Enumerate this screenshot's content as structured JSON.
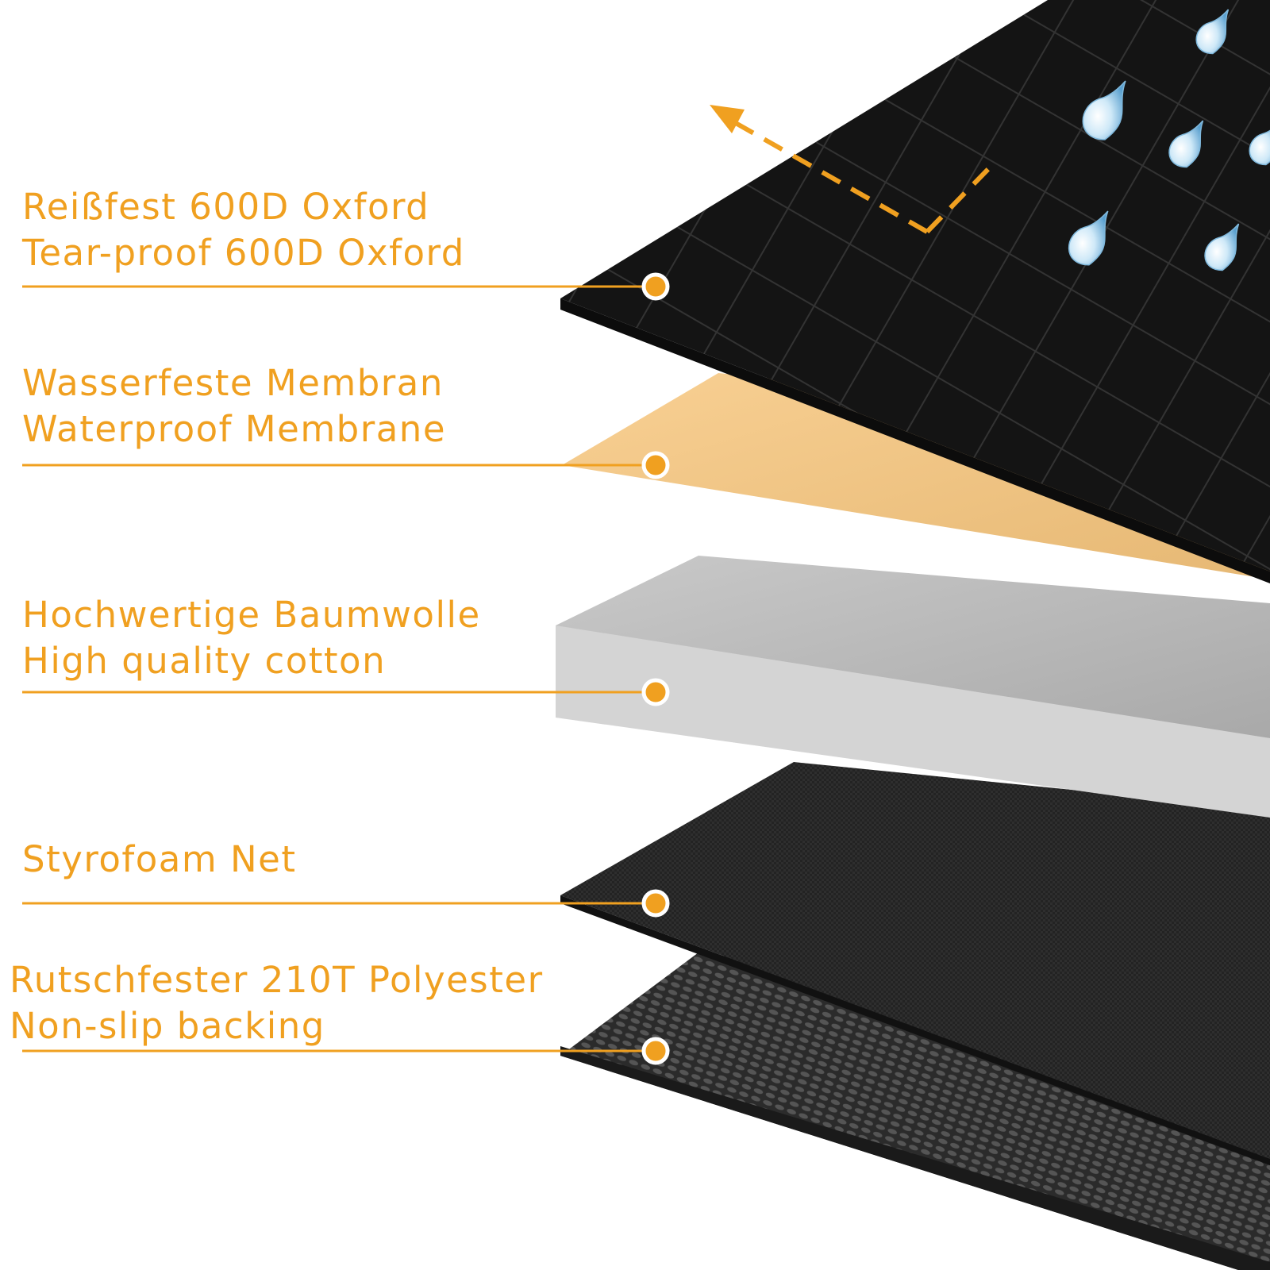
{
  "accent_color": "#f0a020",
  "layers": [
    {
      "id": "oxford",
      "line_de": "Reißfest 600D Oxford",
      "line_en": "Tear-proof 600D Oxford",
      "color": "#151515"
    },
    {
      "id": "membrane",
      "line_de": "Wasserfeste Membran",
      "line_en": "Waterproof Membrane",
      "color": "#f6c078"
    },
    {
      "id": "cotton",
      "line_de": "Hochwertige Baumwolle",
      "line_en": "High quality cotton",
      "color": "#bdbdbd"
    },
    {
      "id": "net",
      "line_de": "Styrofoam Net",
      "line_en": "",
      "color": "#2a2a2a"
    },
    {
      "id": "backing",
      "line_de": "Rutschfester 210T Polyester",
      "line_en": "Non-slip backing",
      "color": "#3a3a3a"
    }
  ],
  "icons": [
    "water-drop-icon",
    "dashed-arrow-icon"
  ]
}
